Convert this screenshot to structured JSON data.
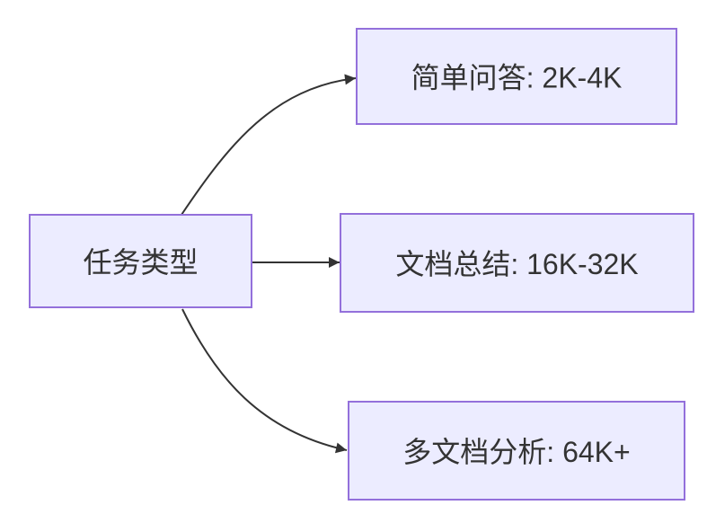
{
  "diagram": {
    "root": {
      "id": "task-type",
      "label": "任务类型"
    },
    "branches": [
      {
        "id": "simple-qa",
        "label": "简单问答: 2K-4K"
      },
      {
        "id": "doc-summary",
        "label": "文档总结: 16K-32K"
      },
      {
        "id": "multi-doc-analysis",
        "label": "多文档分析: 64K+"
      }
    ],
    "edges": [
      {
        "from": "task-type",
        "to": "simple-qa"
      },
      {
        "from": "task-type",
        "to": "doc-summary"
      },
      {
        "from": "task-type",
        "to": "multi-doc-analysis"
      }
    ],
    "colors": {
      "node_fill": "#ECECFF",
      "node_border": "#9370DB",
      "edge": "#333333",
      "text": "#333333",
      "background": "#FFFFFF"
    }
  }
}
